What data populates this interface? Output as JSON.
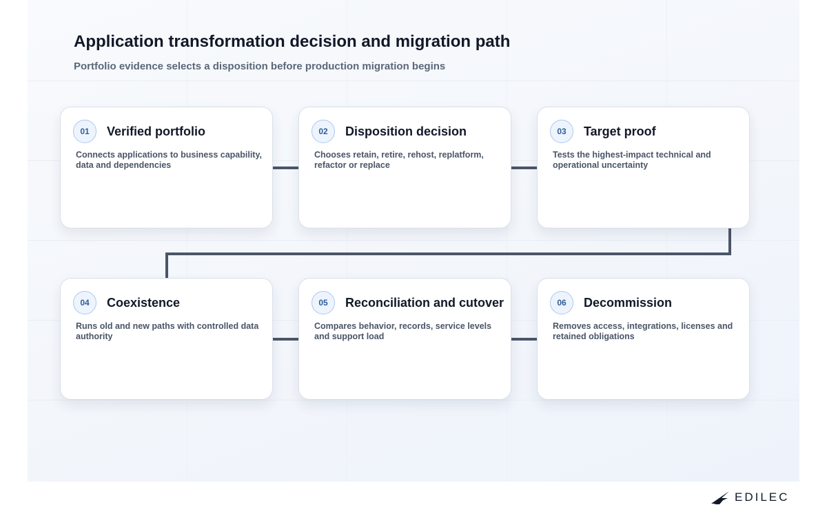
{
  "header": {
    "title": "Application transformation decision and migration path",
    "subtitle": "Portfolio evidence selects a disposition before production migration begins"
  },
  "steps": [
    {
      "number": "01",
      "title": "Verified portfolio",
      "description": "Connects applications to business capability, data and dependencies"
    },
    {
      "number": "02",
      "title": "Disposition decision",
      "description": "Chooses retain, retire, rehost, replatform, refactor or replace"
    },
    {
      "number": "03",
      "title": "Target proof",
      "description": "Tests the highest-impact technical and operational uncertainty"
    },
    {
      "number": "04",
      "title": "Coexistence",
      "description": "Runs old and new paths with controlled data authority"
    },
    {
      "number": "05",
      "title": "Reconciliation and cutover",
      "description": "Compares behavior, records, service levels and support load"
    },
    {
      "number": "06",
      "title": "Decommission",
      "description": "Removes access, integrations, licenses and retained obligations"
    }
  ],
  "brand": {
    "logo_text": "EDILEC",
    "logo_icon": "bird-wing-icon"
  },
  "colors": {
    "connector": "#4b5568",
    "badge_text": "#2f5d9a",
    "badge_border": "#aac7ef",
    "title_text": "#111827"
  }
}
